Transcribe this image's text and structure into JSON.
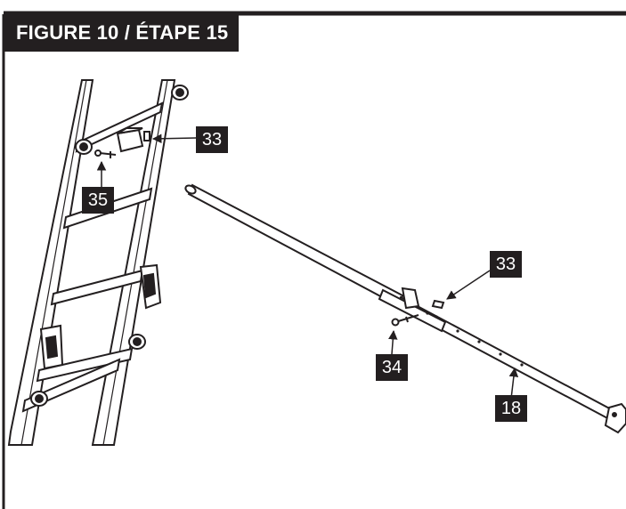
{
  "figure": {
    "title": "FIGURE 10 / ÉTAPE 15"
  },
  "callouts": [
    {
      "id": "c33a",
      "label": "33"
    },
    {
      "id": "c35",
      "label": "35"
    },
    {
      "id": "c33b",
      "label": "33"
    },
    {
      "id": "c34",
      "label": "34"
    },
    {
      "id": "c18",
      "label": "18"
    }
  ],
  "colors": {
    "ink": "#231f20",
    "paper": "#ffffff",
    "frame": "#231f20"
  }
}
